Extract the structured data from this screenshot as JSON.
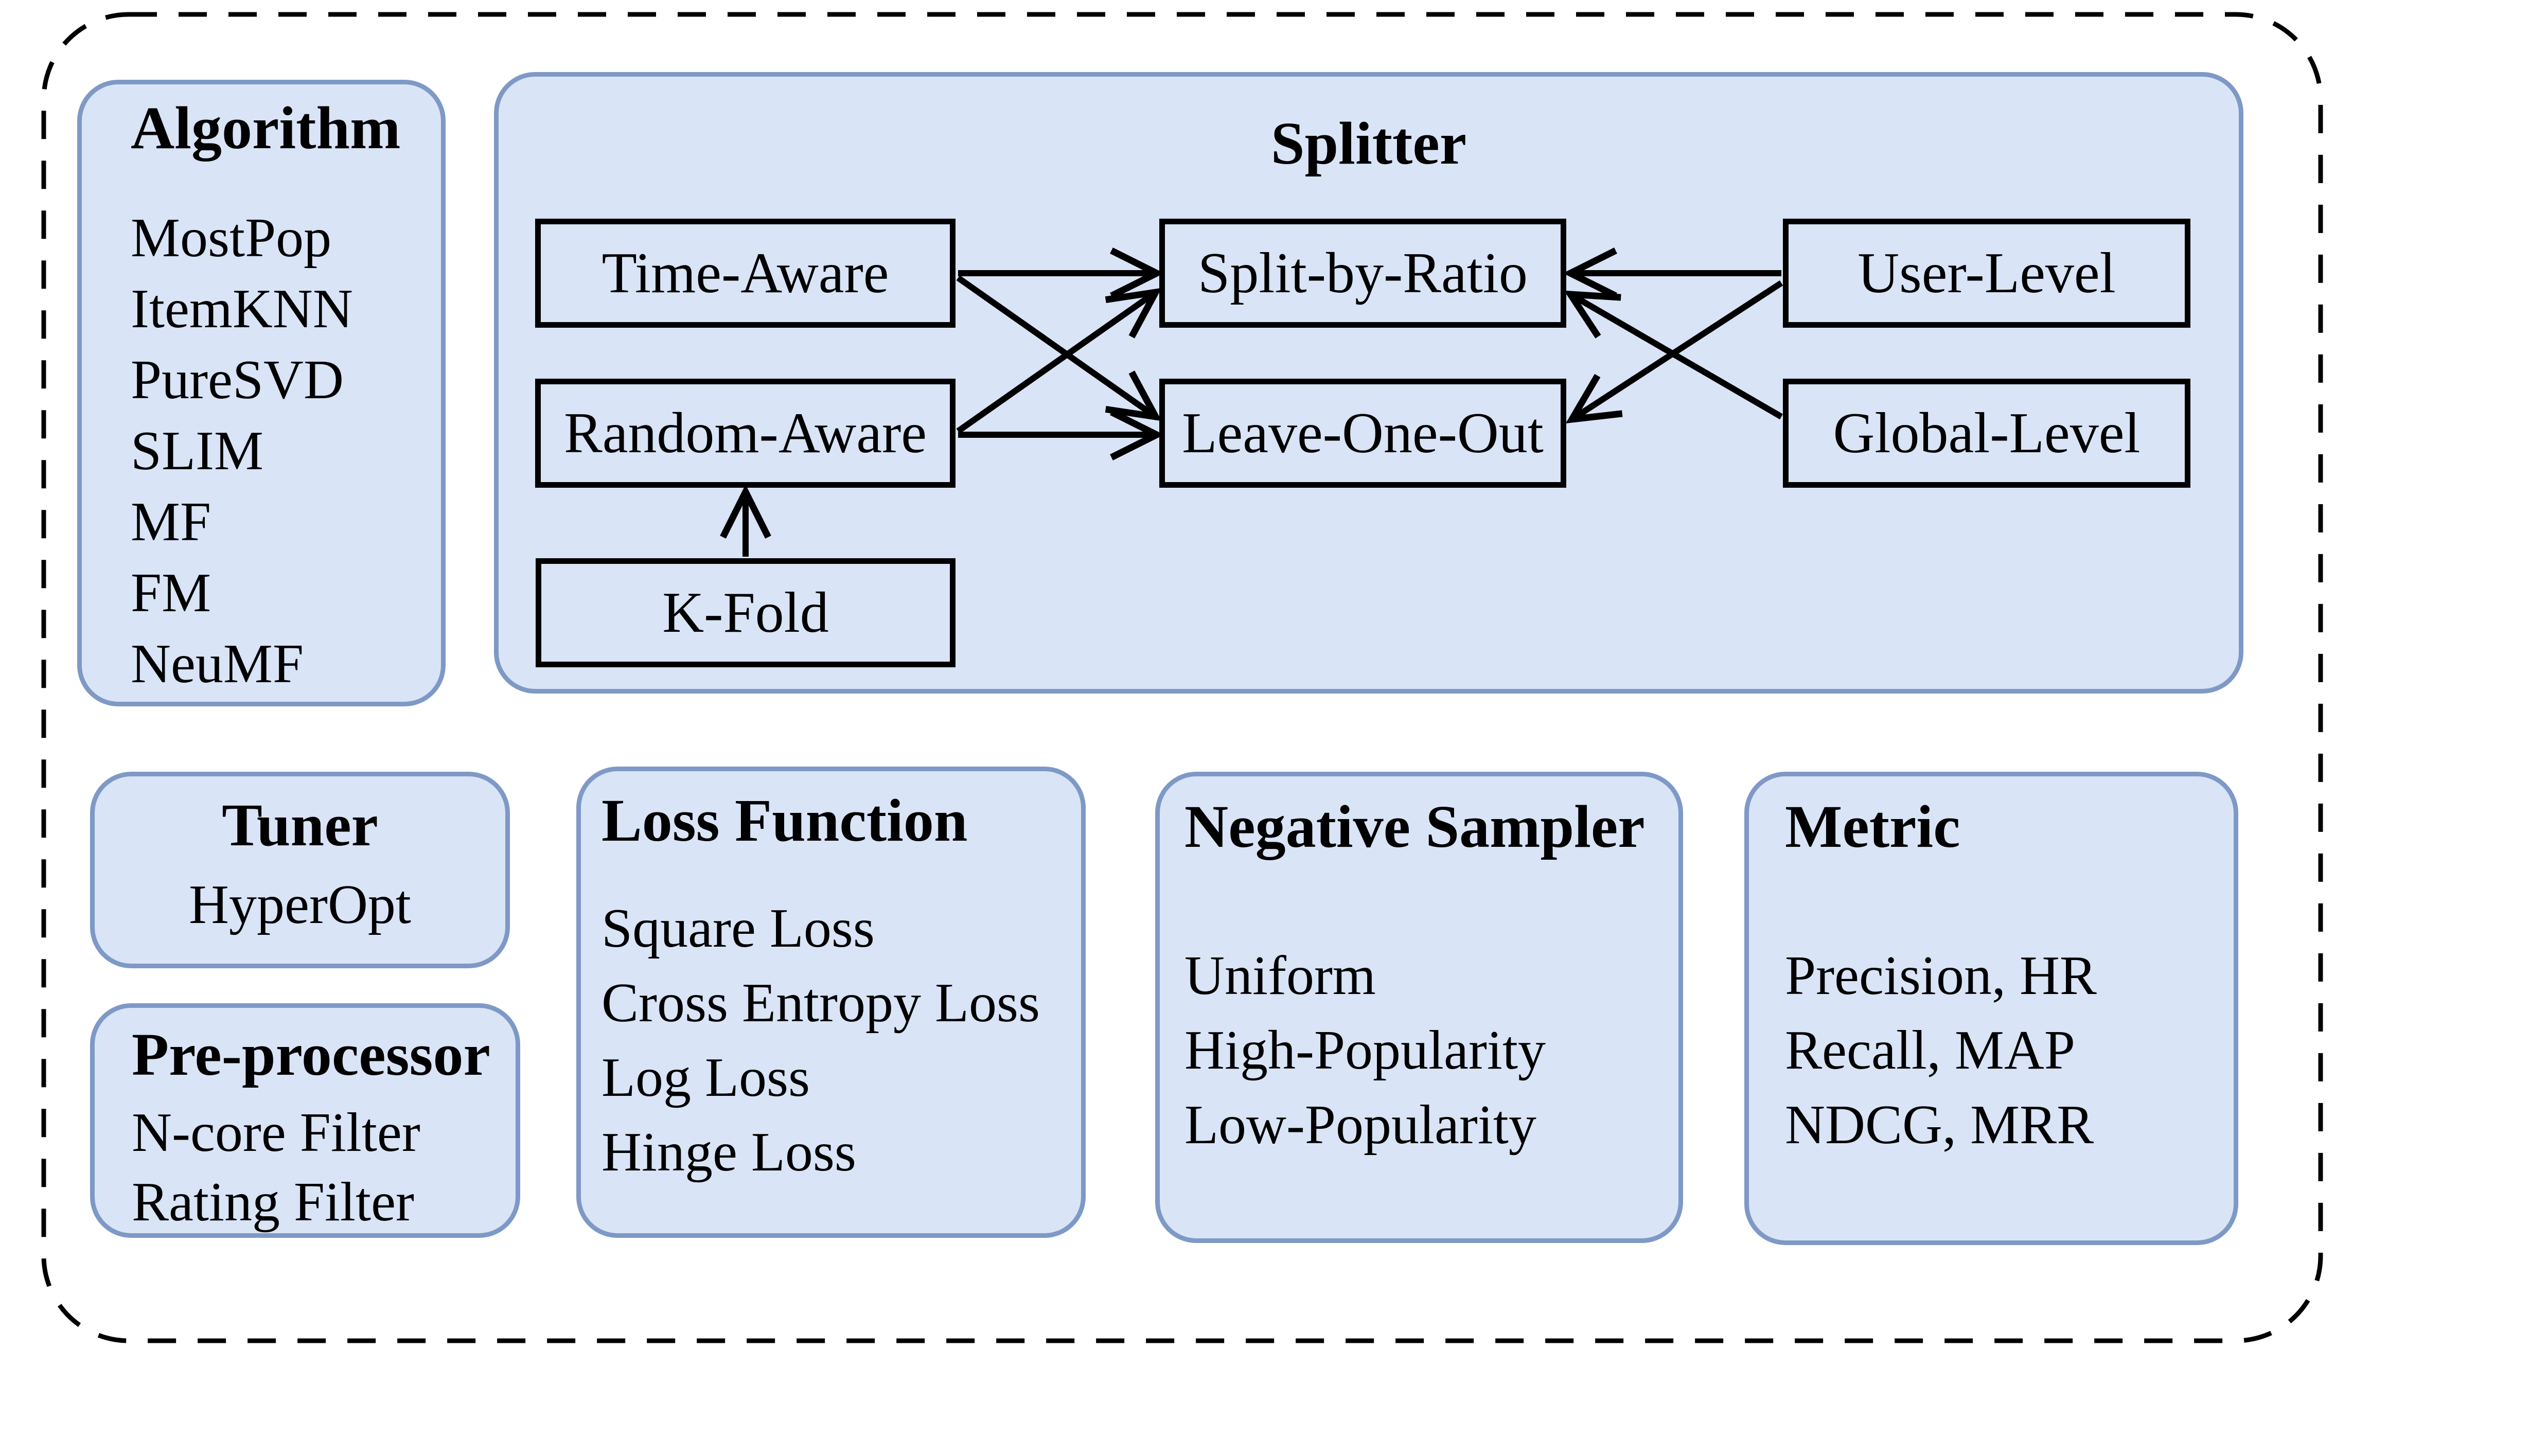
{
  "figure": {
    "colors": {
      "panel_fill": "#d9e4f6",
      "panel_border": "#7e99c6",
      "node_border": "#000000",
      "arrow": "#000000",
      "outer_dashed_border": "#000000"
    },
    "panels": {
      "algorithm": {
        "title": "Algorithm",
        "items": [
          "MostPop",
          "ItemKNN",
          "PureSVD",
          "SLIM",
          "MF",
          "FM",
          "NeuMF"
        ]
      },
      "splitter": {
        "title": "Splitter",
        "nodes": {
          "time_aware": "Time-Aware",
          "random_aware": "Random-Aware",
          "k_fold": "K-Fold",
          "split_by_ratio": "Split-by-Ratio",
          "leave_one_out": "Leave-One-Out",
          "user_level": "User-Level",
          "global_level": "Global-Level"
        }
      },
      "tuner": {
        "title": "Tuner",
        "items": [
          "HyperOpt"
        ]
      },
      "pre_processor": {
        "title": "Pre-processor",
        "items": [
          "N-core Filter",
          "Rating Filter"
        ]
      },
      "loss_function": {
        "title": "Loss Function",
        "items": [
          "Square Loss",
          "Cross Entropy Loss",
          "Log Loss",
          "Hinge Loss"
        ]
      },
      "negative_sampler": {
        "title": "Negative Sampler",
        "items": [
          "Uniform",
          "High-Popularity",
          "Low-Popularity"
        ]
      },
      "metric": {
        "title": "Metric",
        "items": [
          "Precision, HR",
          "Recall, MAP",
          "NDCG, MRR"
        ]
      }
    }
  }
}
